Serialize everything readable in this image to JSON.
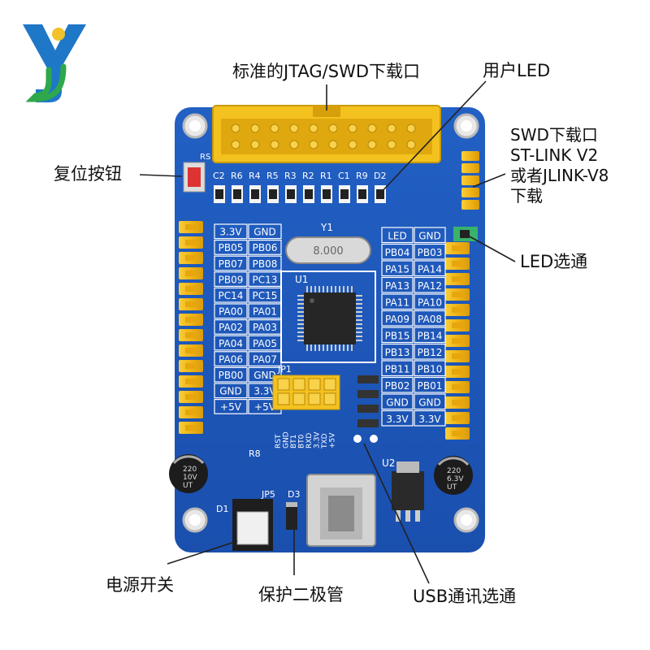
{
  "labels": {
    "jtag": "标准的JTAG/SWD下载口",
    "user_led": "用户LED",
    "swd": [
      "SWD下载口",
      "ST-LINK V2",
      "或者JLINK-V8",
      "下载"
    ],
    "reset": "复位按钮",
    "led_select": "LED选通",
    "power_switch": "电源开关",
    "diode": "保护二极管",
    "usb_select": "USB通讯选通"
  },
  "left_table": [
    [
      "3.3V",
      "GND"
    ],
    [
      "PB05",
      "PB06"
    ],
    [
      "PB07",
      "PB08"
    ],
    [
      "PB09",
      "PC13"
    ],
    [
      "PC14",
      "PC15"
    ],
    [
      "PA00",
      "PA01"
    ],
    [
      "PA02",
      "PA03"
    ],
    [
      "PA04",
      "PA05"
    ],
    [
      "PA06",
      "PA07"
    ],
    [
      "PB00",
      "GND"
    ],
    [
      "GND",
      "3.3V"
    ],
    [
      "+5V",
      "+5V"
    ]
  ],
  "right_table": [
    [
      "LED",
      "GND"
    ],
    [
      "PB04",
      "PB03"
    ],
    [
      "PA15",
      "PA14"
    ],
    [
      "PA13",
      "PA12"
    ],
    [
      "PA11",
      "PA10"
    ],
    [
      "PA09",
      "PA08"
    ],
    [
      "PB15",
      "PB14"
    ],
    [
      "PB13",
      "PB12"
    ],
    [
      "PB11",
      "PB10"
    ],
    [
      "PB02",
      "PB01"
    ],
    [
      "GND",
      "GND"
    ],
    [
      "3.3V",
      "3.3V"
    ]
  ],
  "silk": {
    "components": [
      "C2",
      "R6",
      "R4",
      "R5",
      "R3",
      "R2",
      "R1",
      "C1",
      "R9",
      "D2"
    ],
    "y1": "Y1",
    "u1": "U1",
    "u2": "U2",
    "jp1": "JP1",
    "jp5": "JP5",
    "d1": "D1",
    "d3": "D3",
    "r8": "R8",
    "rs": "RS",
    "jp1_pins": [
      "RST",
      "GND",
      "BT1",
      "BT0",
      "RXD",
      "3.3V",
      "TXD",
      "+5V"
    ],
    "cap_left": [
      "220",
      "10V",
      "UT"
    ],
    "cap_right": [
      "220",
      "6.3V",
      "UT"
    ],
    "crystal": "8.000"
  },
  "colors": {
    "pcb": "#1f56b8",
    "pin_header": "#f2b81a",
    "header_body": "#f3c21f",
    "callout": "#c0392b"
  }
}
